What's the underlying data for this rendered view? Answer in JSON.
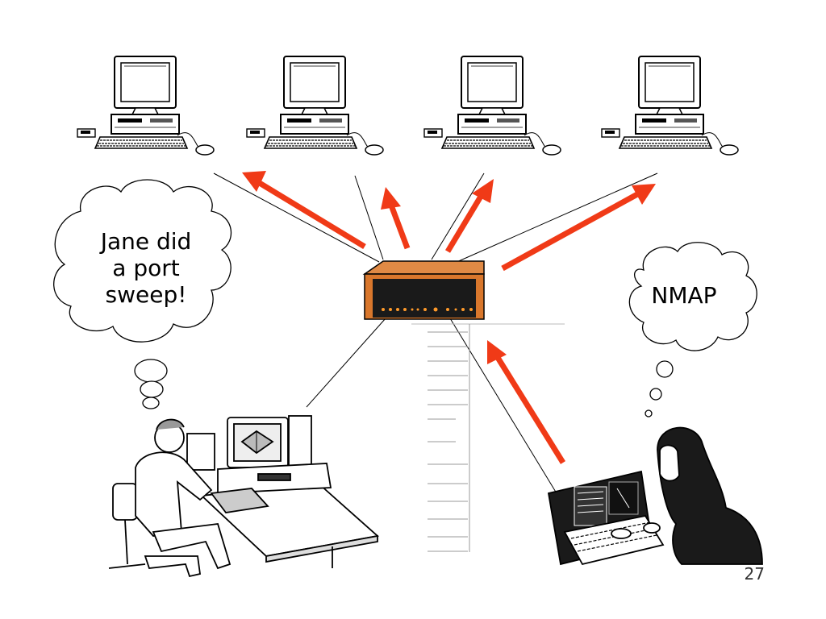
{
  "slide": {
    "thought_left": [
      "Jane did",
      "a port",
      "sweep!"
    ],
    "thought_right": "NMAP",
    "page_number": "27"
  },
  "colors": {
    "arrow": "#f03a17",
    "router_body": "#d9772c",
    "router_panel": "#1a1a1a",
    "router_lights": "#ff9a2a",
    "line": "#000000"
  },
  "icons": {
    "workstation": "desktop-computer-icon",
    "router": "network-hub-icon",
    "admin": "person-at-computer-illustration",
    "attacker": "person-at-terminal-illustration",
    "thought": "thought-cloud"
  }
}
